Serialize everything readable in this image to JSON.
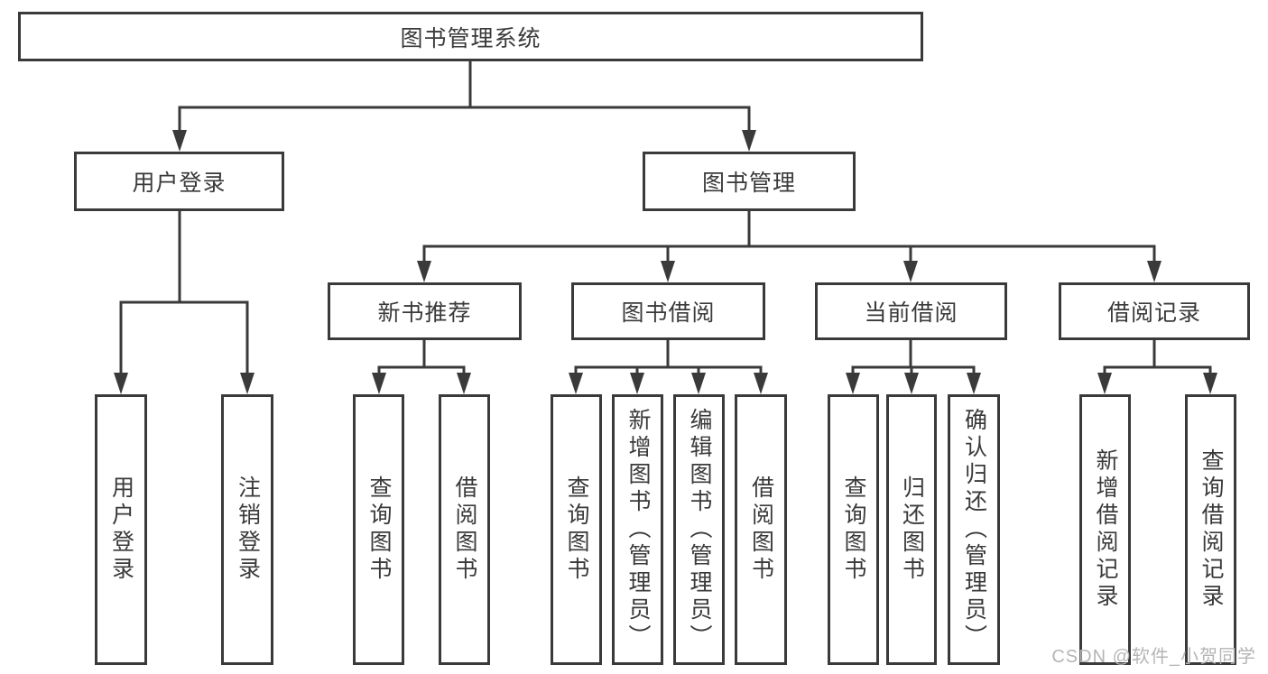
{
  "diagram": {
    "type": "function-structure-tree",
    "tree": {
      "label": "图书管理系统",
      "children": [
        {
          "label": "用户登录",
          "children": [
            {
              "label": "用户登录"
            },
            {
              "label": "注销登录"
            }
          ]
        },
        {
          "label": "图书管理",
          "children": [
            {
              "label": "新书推荐",
              "children": [
                {
                  "label": "查询图书"
                },
                {
                  "label": "借阅图书"
                }
              ]
            },
            {
              "label": "图书借阅",
              "children": [
                {
                  "label": "查询图书"
                },
                {
                  "label": "新增图书（管理员）"
                },
                {
                  "label": "编辑图书（管理员）"
                },
                {
                  "label": "借阅图书"
                }
              ]
            },
            {
              "label": "当前借阅",
              "children": [
                {
                  "label": "查询图书"
                },
                {
                  "label": "归还图书"
                },
                {
                  "label": "确认归还（管理员）"
                }
              ]
            },
            {
              "label": "借阅记录",
              "children": [
                {
                  "label": "新增借阅记录"
                },
                {
                  "label": "查询借阅记录"
                }
              ]
            }
          ]
        }
      ]
    }
  },
  "watermark": {
    "text": "CSDN @软件_小贺同学"
  },
  "colors": {
    "line": "#3a3a3a",
    "text": "#3a3a3a",
    "box_background": "#ffffff",
    "page_background": "#ffffff",
    "watermark": "#b5b5b5"
  }
}
